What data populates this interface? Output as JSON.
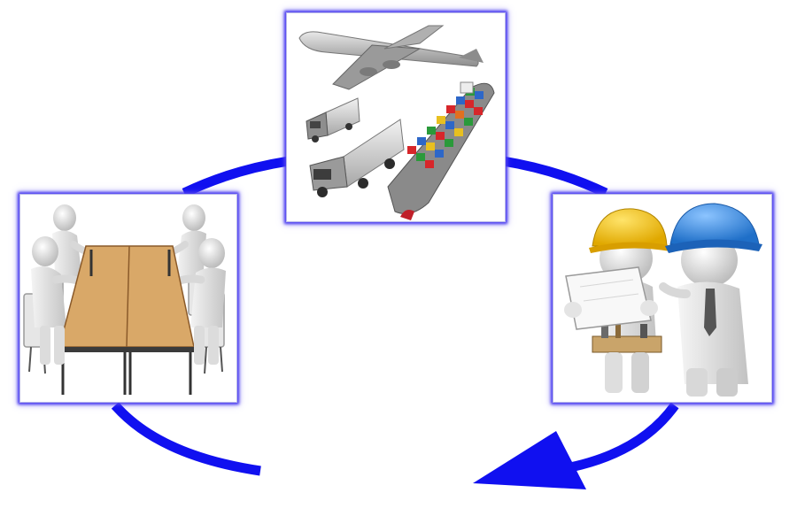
{
  "diagram": {
    "kind": "cycle",
    "arrow_color": "#1010f0",
    "panel_glow_color": "#4a3df0",
    "nodes": [
      {
        "id": "meeting",
        "icon": "business-meeting-icon"
      },
      {
        "id": "transport",
        "icon": "freight-transport-icon"
      },
      {
        "id": "workers",
        "icon": "construction-workers-icon"
      }
    ],
    "colors": {
      "table_wood": "#d9a868",
      "hard_hat_yellow": "#f2c21a",
      "hard_hat_blue": "#2f86e0",
      "truck_gray": "#9a9a9a",
      "ship_hull": "#8a8a8a"
    }
  }
}
